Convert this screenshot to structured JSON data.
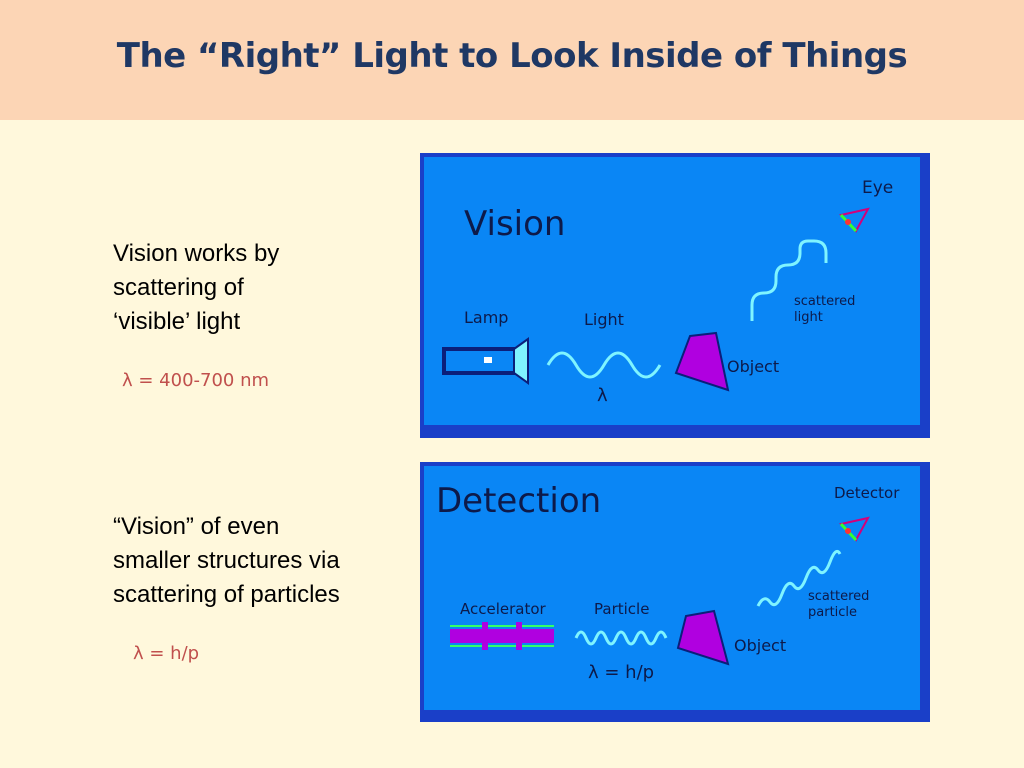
{
  "header": {
    "title": "The “Right” Light to Look Inside of Things"
  },
  "left": {
    "vision_text": [
      "Vision works by",
      "scattering of",
      "‘visible’ light"
    ],
    "vision_formula": "λ = 400-700 nm",
    "detection_text": [
      "“Vision” of even",
      "smaller structures via",
      "scattering of particles"
    ],
    "detection_formula": "λ = h/p"
  },
  "vision_panel": {
    "title": "Vision",
    "eye_label": "Eye",
    "lamp_label": "Lamp",
    "light_label": "Light",
    "scattered_label_1": "scattered",
    "scattered_label_2": "light",
    "object_label": "Object",
    "lambda_label": "λ"
  },
  "detection_panel": {
    "title": "Detection",
    "detector_label": "Detector",
    "accelerator_label": "Accelerator",
    "particle_label": "Particle",
    "scattered_label_1": "scattered",
    "scattered_label_2": "particle",
    "object_label": "Object",
    "lambda_label": "λ = h/p"
  },
  "colors": {
    "title": "#1f3864",
    "formula": "#c0504d",
    "panel_blue": "#0a86f5",
    "object_magenta": "#b000e0",
    "wave_cyan": "#7ff4ff"
  }
}
